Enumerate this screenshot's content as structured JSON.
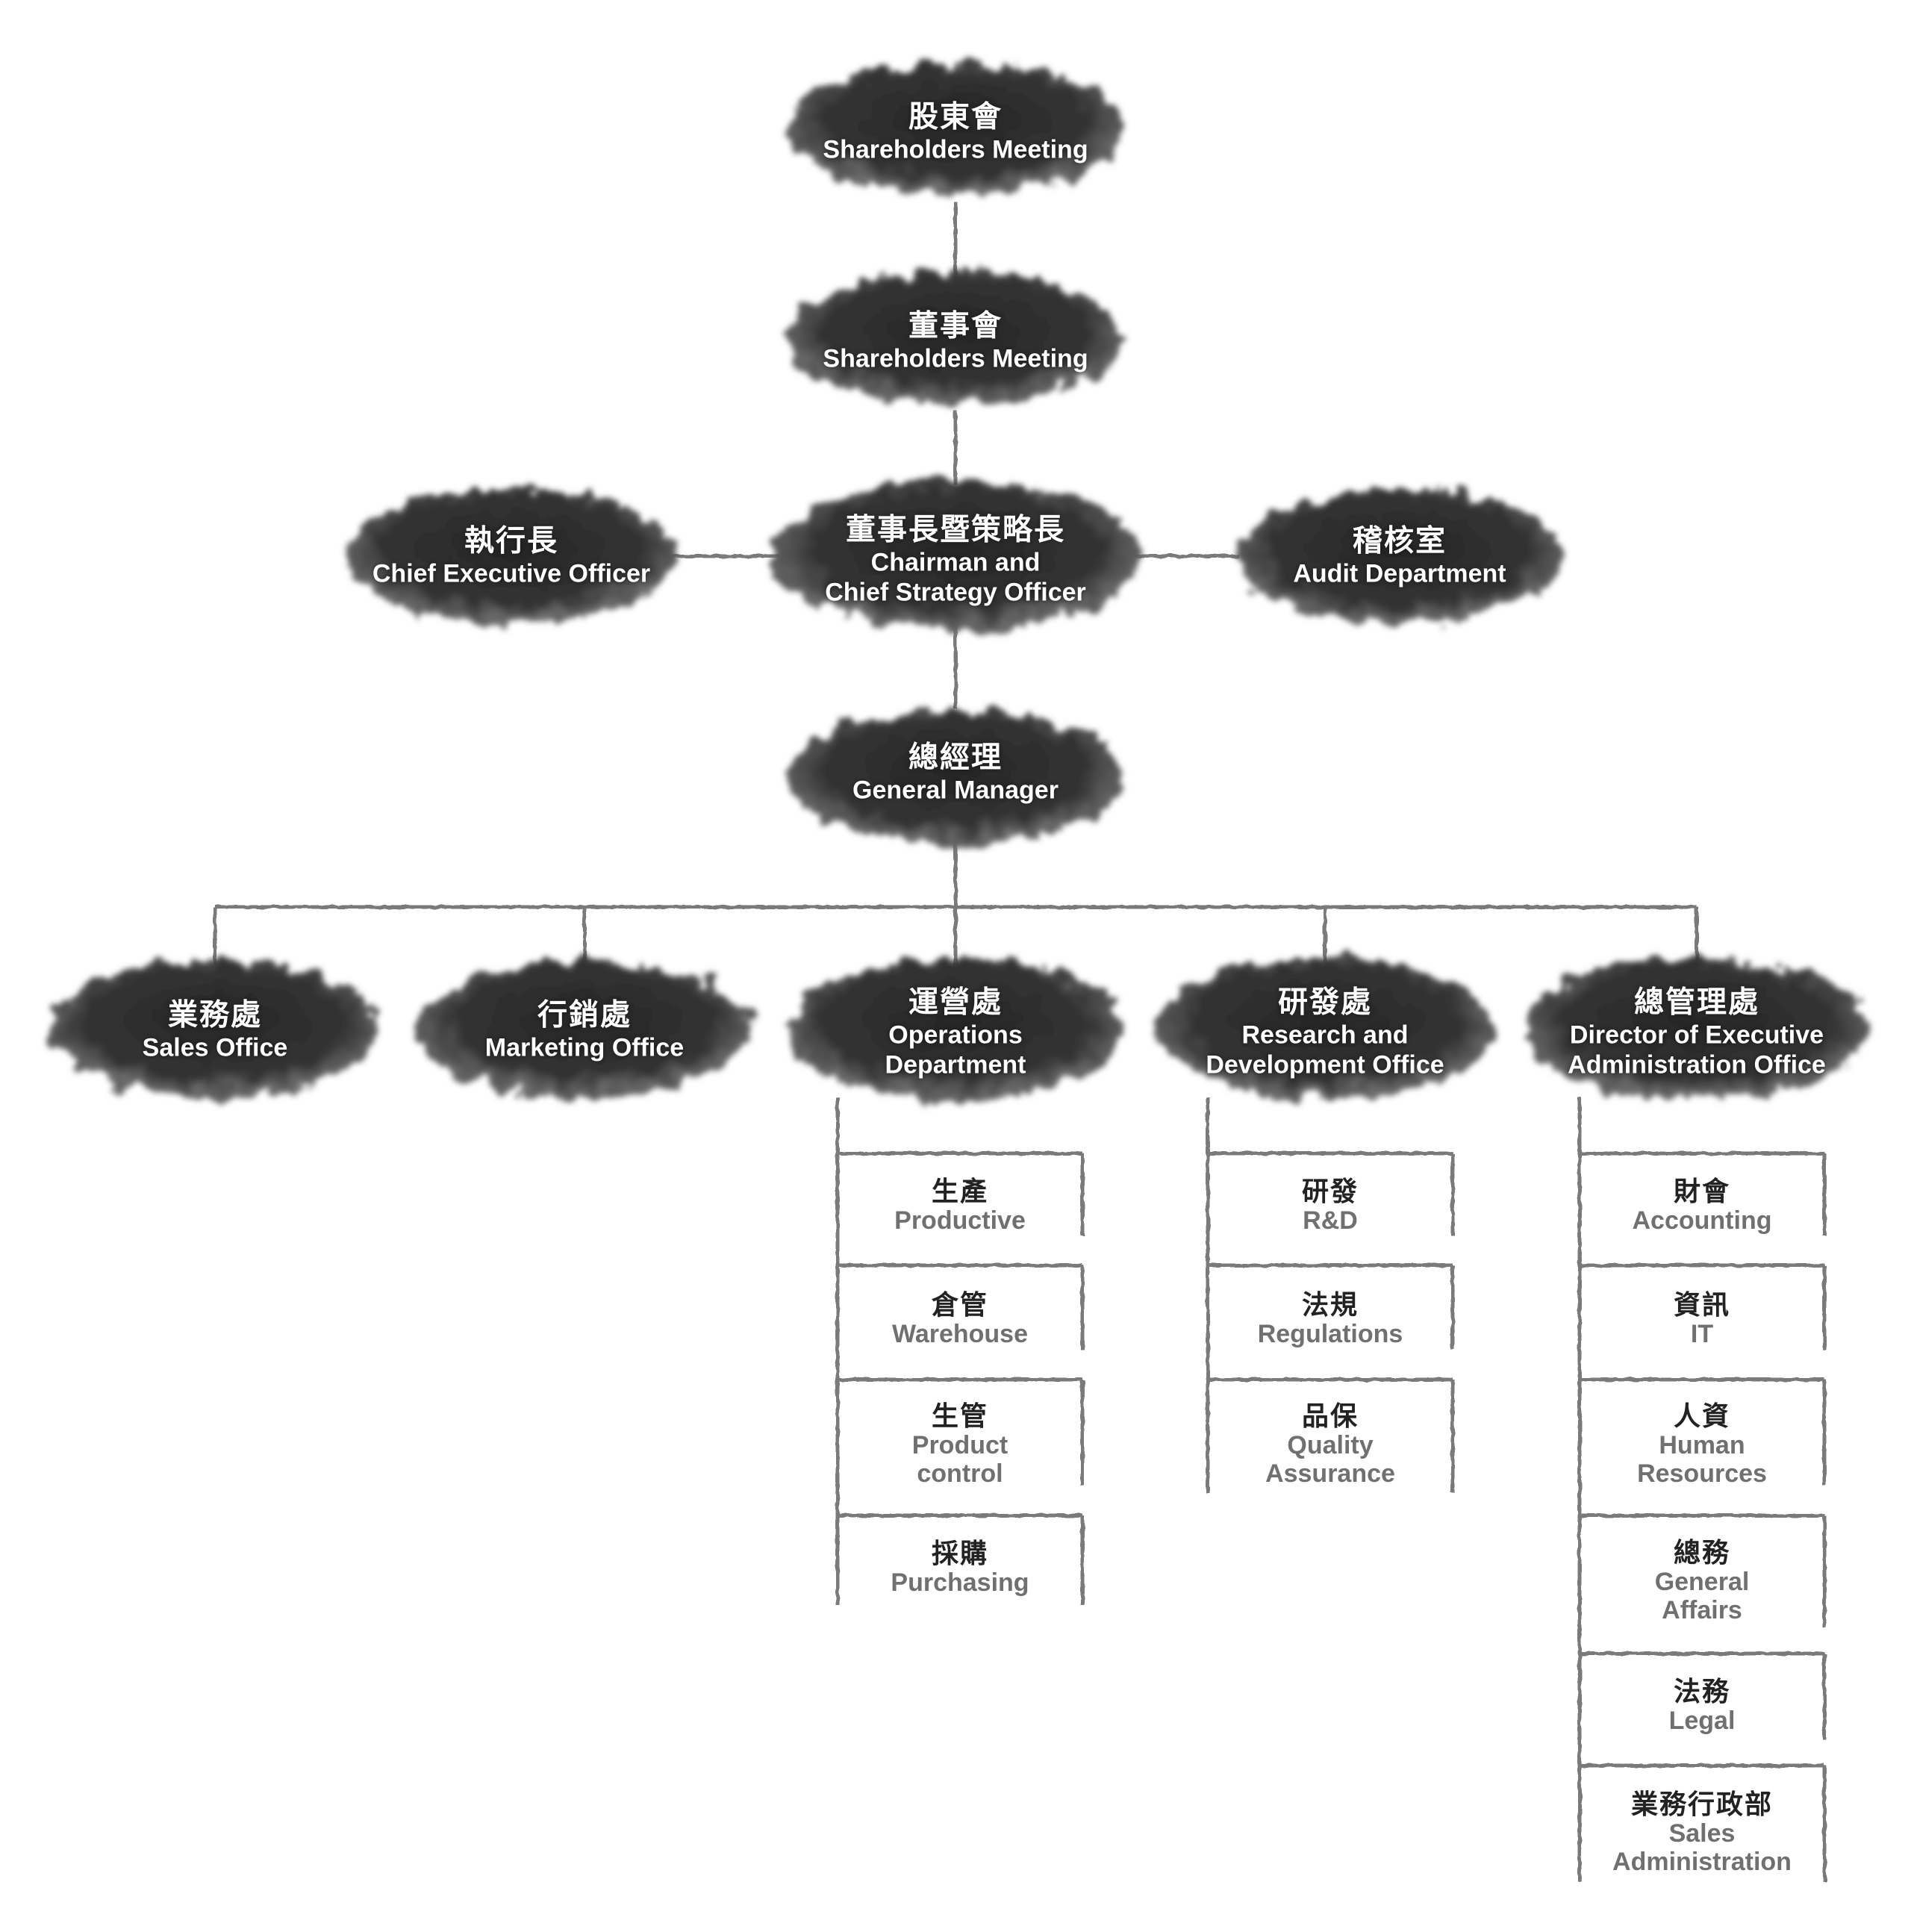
{
  "colors": {
    "cloud": "#2e2e2e",
    "cloud_edge": "#8a8a8a",
    "line": "#7a7a7a",
    "sub_text_en": "#707070",
    "sub_text_zh": "#222222"
  },
  "top": {
    "shareholders": {
      "zh": "股東會",
      "en": "Shareholders Meeting"
    },
    "board": {
      "zh": "董事會",
      "en": "Shareholders Meeting"
    },
    "chairman": {
      "zh": "董事長暨策略長",
      "en1": "Chairman and",
      "en2": "Chief Strategy Officer"
    },
    "ceo": {
      "zh": "執行長",
      "en": "Chief Executive Officer"
    },
    "audit": {
      "zh": "稽核室",
      "en": "Audit Department"
    },
    "gm": {
      "zh": "總經理",
      "en": "General Manager"
    }
  },
  "divisions": [
    {
      "zh": "業務處",
      "en1": "Sales Office",
      "en2": ""
    },
    {
      "zh": "行銷處",
      "en1": "Marketing Office",
      "en2": ""
    },
    {
      "zh": "運營處",
      "en1": "Operations",
      "en2": "Department"
    },
    {
      "zh": "研發處",
      "en1": "Research and",
      "en2": "Development Office"
    },
    {
      "zh": "總管理處",
      "en1": "Director of Executive",
      "en2": "Administration Office"
    }
  ],
  "units": {
    "operations": [
      {
        "zh": "生產",
        "en1": "Productive",
        "en2": ""
      },
      {
        "zh": "倉管",
        "en1": "Warehouse",
        "en2": ""
      },
      {
        "zh": "生管",
        "en1": "Product",
        "en2": "control"
      },
      {
        "zh": "採購",
        "en1": "Purchasing",
        "en2": ""
      }
    ],
    "rnd": [
      {
        "zh": "研發",
        "en1": "R&D",
        "en2": ""
      },
      {
        "zh": "法規",
        "en1": "Regulations",
        "en2": ""
      },
      {
        "zh": "品保",
        "en1": "Quality",
        "en2": "Assurance"
      }
    ],
    "admin": [
      {
        "zh": "財會",
        "en1": "Accounting",
        "en2": ""
      },
      {
        "zh": "資訊",
        "en1": "IT",
        "en2": ""
      },
      {
        "zh": "人資",
        "en1": "Human",
        "en2": "Resources"
      },
      {
        "zh": "總務",
        "en1": "General",
        "en2": "Affairs"
      },
      {
        "zh": "法務",
        "en1": "Legal",
        "en2": ""
      },
      {
        "zh": "業務行政部",
        "en1": "Sales",
        "en2": "Administration"
      }
    ]
  }
}
